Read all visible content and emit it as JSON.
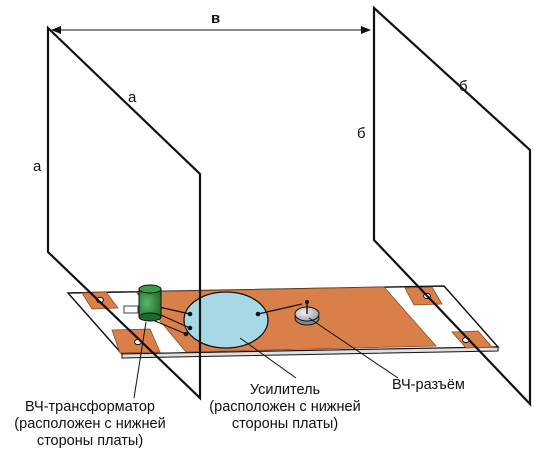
{
  "dimensions": {
    "a_vertical": "а",
    "a_diagonal": "а",
    "b_vertical": "б",
    "b_diagonal": "б",
    "v_top": "в"
  },
  "labels": {
    "transformer": [
      "ВЧ-трансформатор",
      "(расположен с нижней",
      "стороны платы)"
    ],
    "amplifier": [
      "Усилитель",
      "(расположен с нижней",
      "стороны платы)"
    ],
    "connector": "ВЧ-разъём"
  },
  "colors": {
    "board_copper": "#D9804A",
    "board_base": "#FFFFFF",
    "amplifier_fill": "#A6D8E6",
    "transformer_fill": "#2E8B3C",
    "connector_fill": "#D0D0D0",
    "line": "#111111"
  }
}
